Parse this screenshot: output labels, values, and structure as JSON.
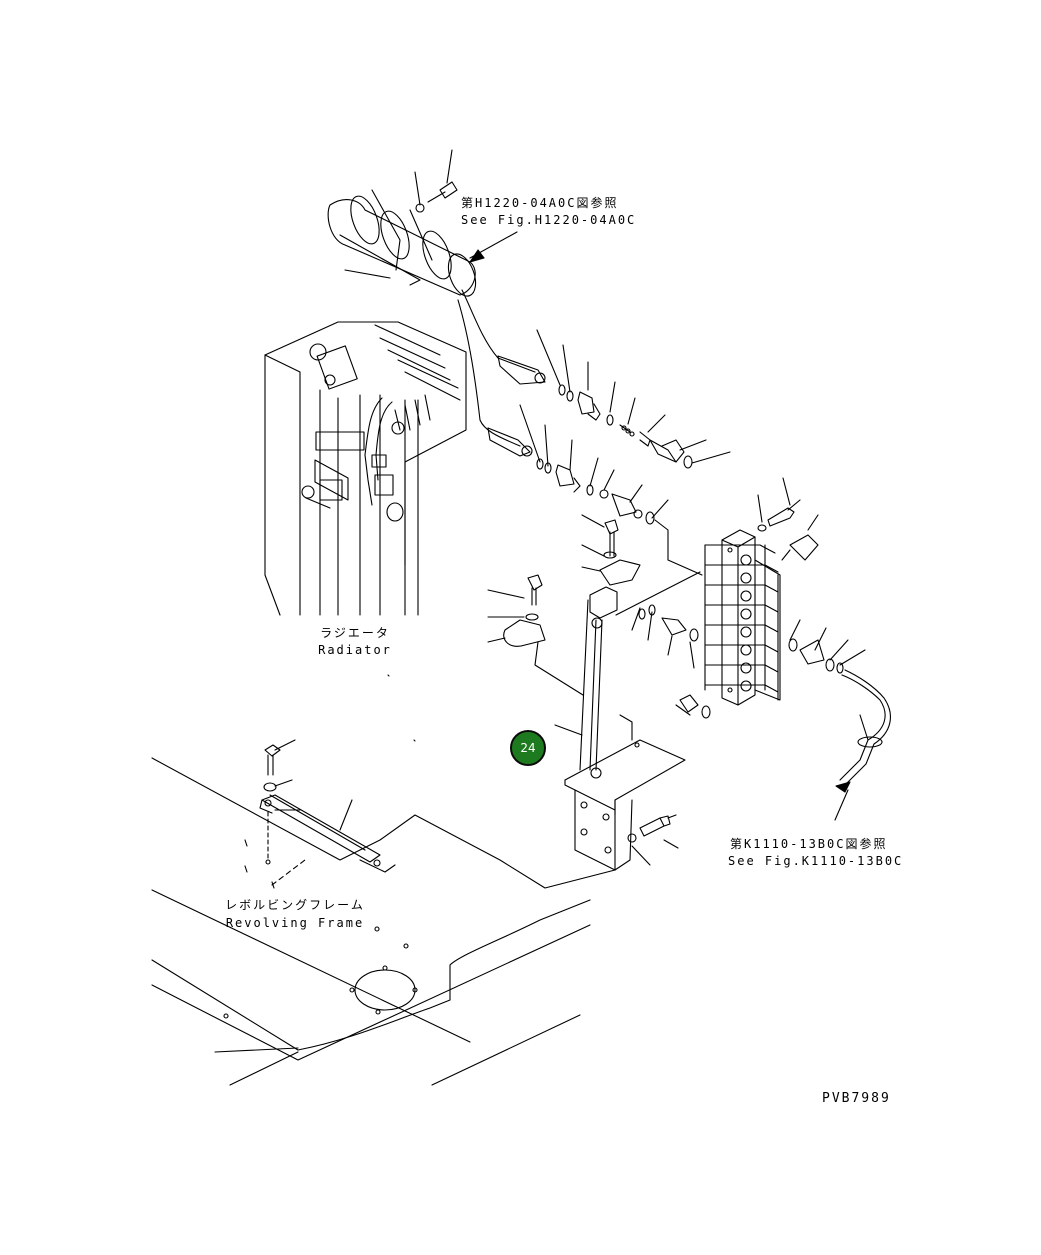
{
  "references": {
    "top_ja": "第H1220-04A0C図参照",
    "top_en": "See Fig.H1220-04A0C",
    "right_ja": "第K1110-13B0C図参照",
    "right_en": "See Fig.K1110-13B0C"
  },
  "labels": {
    "radiator_ja": "ラジエータ",
    "radiator_en": "Radiator",
    "frame_ja": "レボルビングフレーム",
    "frame_en": "Revolving Frame"
  },
  "callouts": [
    {
      "number": "24"
    }
  ],
  "drawing_id": "PVB7989",
  "colors": {
    "callout": "#1e7a1e",
    "line": "#000000"
  }
}
